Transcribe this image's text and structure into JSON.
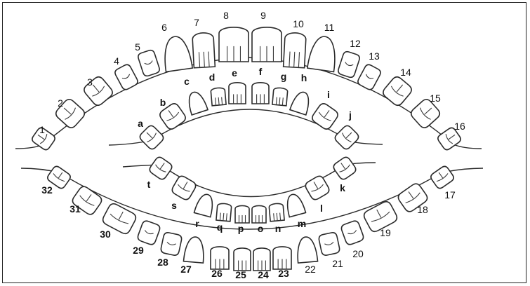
{
  "permanent_upper": [
    "1",
    "2",
    "3",
    "4",
    "5",
    "6",
    "7",
    "8",
    "9",
    "10",
    "11",
    "12",
    "13",
    "14",
    "15",
    "16"
  ],
  "permanent_lower": [
    "17",
    "18",
    "19",
    "20",
    "21",
    "22",
    "23",
    "24",
    "25",
    "26",
    "27",
    "28",
    "29",
    "30",
    "31",
    "32"
  ],
  "primary_upper": [
    "a",
    "b",
    "c",
    "d",
    "e",
    "f",
    "g",
    "h",
    "i",
    "j"
  ],
  "primary_lower": [
    "k",
    "l",
    "m",
    "n",
    "o",
    "p",
    "q",
    "r",
    "s",
    "t"
  ]
}
